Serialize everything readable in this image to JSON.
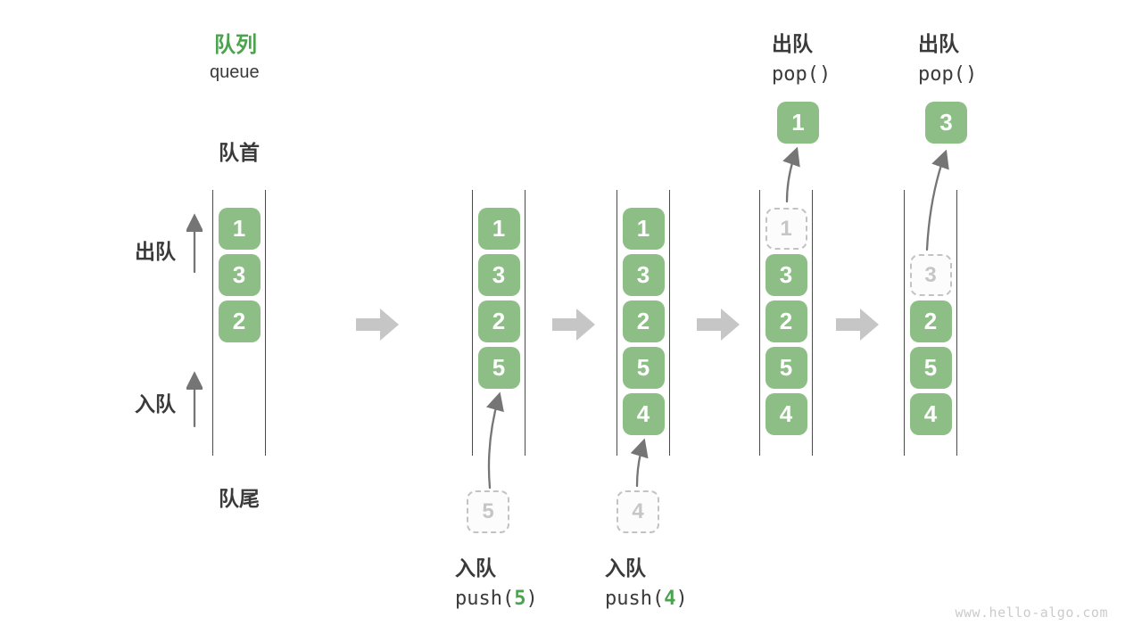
{
  "page": {
    "title_zh": "队列",
    "title_en": "queue",
    "watermark": "www.hello-algo.com"
  },
  "labels": {
    "front": "队首",
    "rear": "队尾",
    "dequeue": "出队",
    "enqueue": "入队"
  },
  "colors": {
    "accent_green": "#4CA24E",
    "cell_green": "#8DBE86",
    "block_arrow_gray": "#C6C6C6",
    "thin_arrow_gray": "#757575",
    "text_dark": "#3A3A3A",
    "ghost_gray": "#C6C6C6"
  },
  "diagram": {
    "columns": [
      {
        "name": "state-initial",
        "cells": [
          {
            "v": "1"
          },
          {
            "v": "3"
          },
          {
            "v": "2"
          }
        ]
      },
      {
        "name": "state-push-5",
        "cells": [
          {
            "v": "1"
          },
          {
            "v": "3"
          },
          {
            "v": "2"
          },
          {
            "v": "5"
          }
        ],
        "incoming": "5",
        "op_label": "入队",
        "op_code_open": "push(",
        "op_arg": "5",
        "op_code_close": ")"
      },
      {
        "name": "state-push-4",
        "cells": [
          {
            "v": "1"
          },
          {
            "v": "3"
          },
          {
            "v": "2"
          },
          {
            "v": "5"
          },
          {
            "v": "4"
          }
        ],
        "incoming": "4",
        "op_label": "入队",
        "op_code_open": "push(",
        "op_arg": "4",
        "op_code_close": ")"
      },
      {
        "name": "state-pop-1",
        "ghost": "1",
        "cells": [
          {
            "v": "3"
          },
          {
            "v": "2"
          },
          {
            "v": "5"
          },
          {
            "v": "4"
          }
        ],
        "popped": "1",
        "op_label": "出队",
        "op_code": "pop()"
      },
      {
        "name": "state-pop-3",
        "ghost": "3",
        "cells": [
          {
            "v": "2"
          },
          {
            "v": "5"
          },
          {
            "v": "4"
          }
        ],
        "popped": "3",
        "op_label": "出队",
        "op_code": "pop()"
      }
    ]
  }
}
